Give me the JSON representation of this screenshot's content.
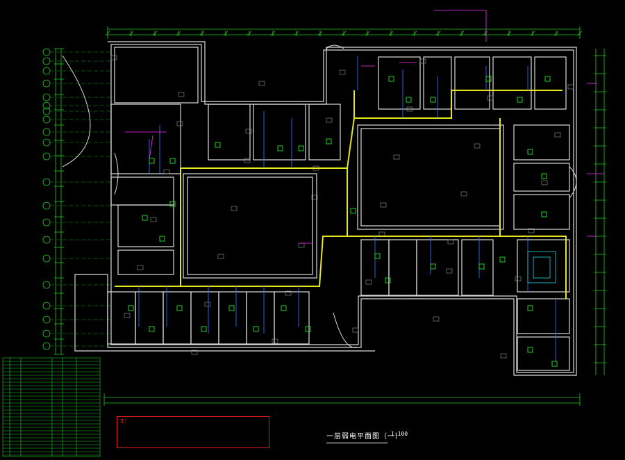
{
  "drawing": {
    "title": "一层弱电平面图（一）",
    "scale": "1:100",
    "layer_colors": {
      "walls": "#dcdcdc",
      "dimensions": "#1ecb1e",
      "tray": "#e6e61e",
      "cables": "#2a6cff",
      "devices": "#27e827",
      "tags": "#ff2cff",
      "notes": "#ff3030",
      "cyan": "#21d8e8"
    }
  },
  "notes": {
    "heading": "注：",
    "lines": [
      "",
      ""
    ]
  },
  "legend": {
    "title": ""
  }
}
